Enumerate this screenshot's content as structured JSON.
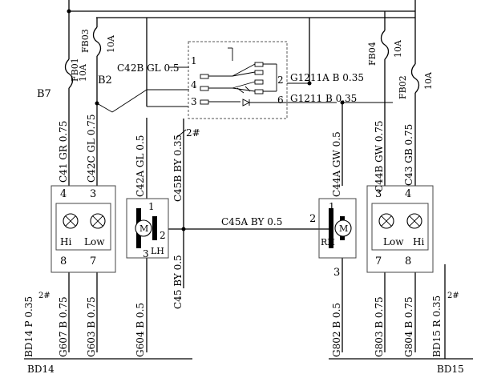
{
  "labels": {
    "fuse_fb01": "FB01",
    "fuse_fb01_rating": "10A",
    "fuse_fb03": "FB03",
    "fuse_fb03_rating": "10A",
    "fuse_fb04": "FB04",
    "fuse_fb04_rating": "10A",
    "fuse_fb02": "FB02",
    "fuse_fb02_rating": "10A",
    "b7": "B7",
    "b2": "B2",
    "c42b": "C42B GL 0.5",
    "g1211a": "G1211A B 0.35",
    "g1211b": "G1211 B 0.35",
    "c41": "C41 GR 0.75",
    "c42c": "C42C GL 0.75",
    "c42a": "C42A GL 0.5",
    "c45b": "C45B BY 0.35",
    "c45": "C45 BY 0.5",
    "c45a": "C45A BY 0.5",
    "c44a": "C44A GW 0.5",
    "c44b": "C44B GW 0.75",
    "c43": "C43 GB 0.75",
    "splice_left": "2#",
    "splice_bottom_left": "2#",
    "splice_bottom_right": "2#",
    "bd14": "BD14 P 0.35",
    "g607": "G607 B 0.75",
    "g603": "G603 B 0.75",
    "g604": "G604 B 0.5",
    "g802": "G802 B 0.5",
    "g803": "G803 B 0.75",
    "g804": "G804 B 0.75",
    "bd15": "BD15 R 0.35",
    "bottom_left_cut": "BD14",
    "bottom_right_cut": "BD15"
  },
  "switch": {
    "pin1": "1",
    "pin2": "2",
    "pin3": "3",
    "pin4": "4",
    "pin6": "6"
  },
  "left_lamp": {
    "pin4": "4",
    "pin3": "3",
    "pin8": "8",
    "pin7": "7",
    "hi": "Hi",
    "low": "Low"
  },
  "right_lamp": {
    "pin3": "3",
    "pin4": "4",
    "pin7": "7",
    "pin8": "8",
    "low": "Low",
    "hi": "Hi"
  },
  "left_motor": {
    "pin1": "1",
    "pin2": "2",
    "pin3": "3",
    "m": "M",
    "side": "LH"
  },
  "right_motor": {
    "pin1": "1",
    "pin2": "2",
    "pin3": "3",
    "m": "M",
    "side": "RH"
  }
}
